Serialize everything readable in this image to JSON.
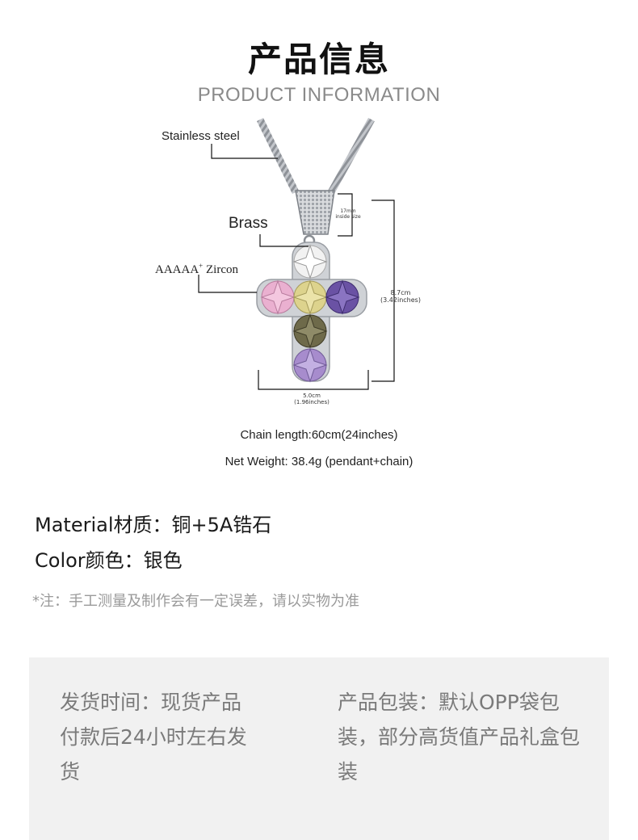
{
  "header": {
    "title": "产品信息",
    "subtitle": "PRODUCT INFORMATION"
  },
  "figure": {
    "labels": {
      "stainless": "Stainless steel",
      "brass": "Brass",
      "zircon": "AAAAA",
      "zircon_sup": "+",
      "zircon_tail": " Zircon",
      "bail_size": "17mm",
      "bail_note": "inside size",
      "height": "8.7cm",
      "height_in": "(3.42inches)",
      "width": "5.0cm",
      "width_in": "(1.96inches)"
    },
    "colors": {
      "silver": "#c9ccd1",
      "pink": "#e7a2c8",
      "yellow": "#d9cf86",
      "purple": "#6a52a4",
      "olive": "#6e6a4a",
      "lavender": "#a78ccd",
      "white_stone": "#eeeeee"
    }
  },
  "specs": {
    "chain_length": "Chain length:60cm(24inches)",
    "net_weight": "Net Weight: 38.4g (pendant+chain)",
    "material": "Material材质：铜+5A锆石",
    "color": "Color颜色：银色",
    "note": "*注：手工测量及制作会有一定误差，请以实物为准"
  },
  "panel": {
    "shipping": "发货时间：现货产品付款后24小时左右发货",
    "packaging": "产品包装：默认OPP袋包装，部分高货值产品礼盒包装"
  }
}
